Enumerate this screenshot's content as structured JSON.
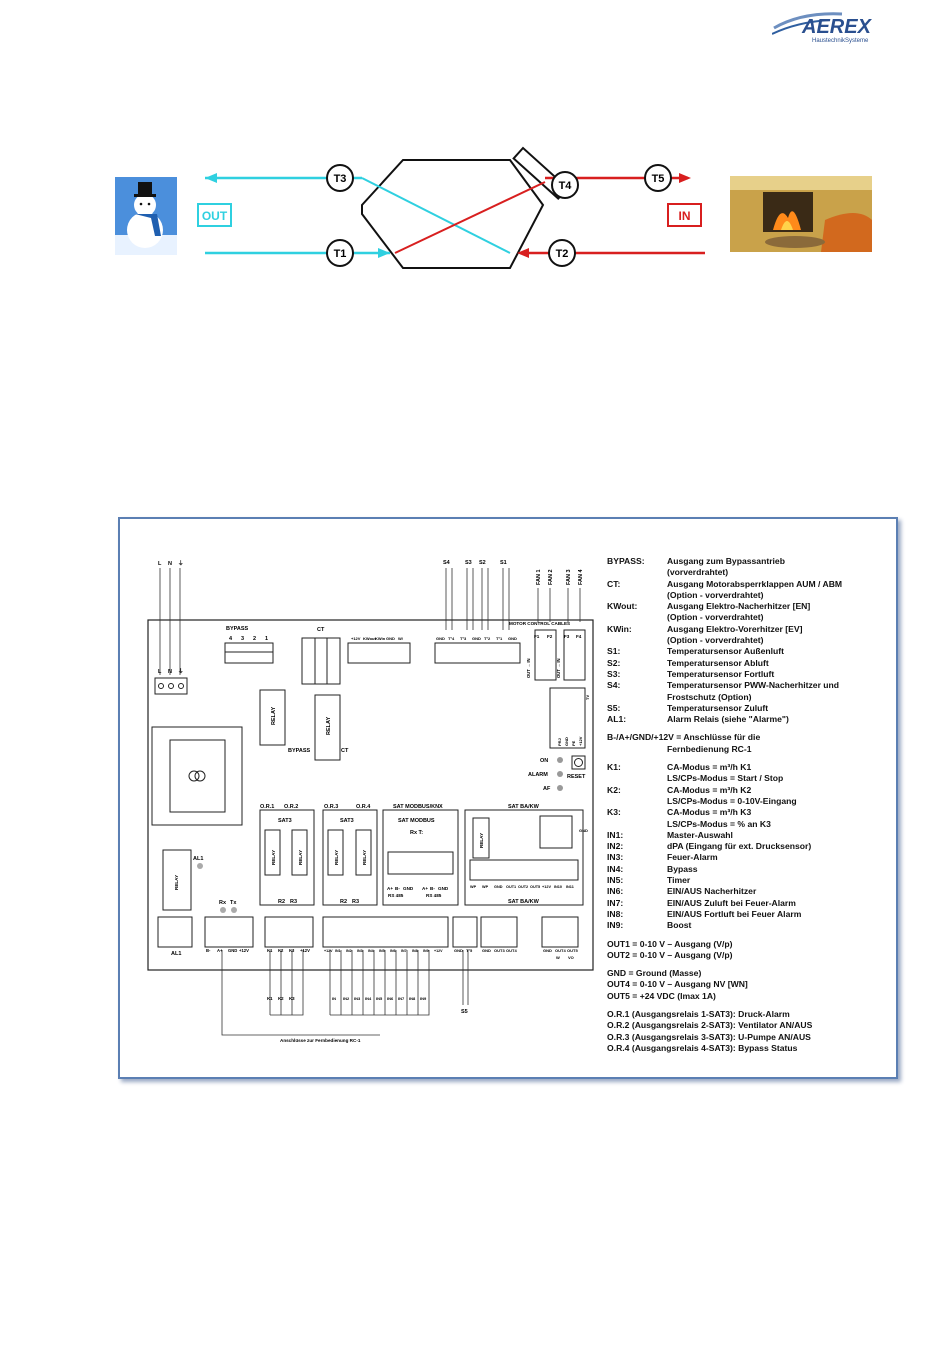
{
  "logo": {
    "brand": "AEREX",
    "tagline": "HaustechnikSysteme"
  },
  "airflow": {
    "out_label": "OUT",
    "in_label": "IN",
    "sensors": [
      "T1",
      "T2",
      "T3",
      "T4",
      "T5"
    ],
    "colors": {
      "cold": "#2fd0e0",
      "warm": "#d81f1f"
    }
  },
  "board": {
    "mains_labels": [
      "L",
      "N",
      "⏚"
    ],
    "bypass_title": "BYPASS",
    "bypass_pins": [
      "4",
      "3",
      "2",
      "1"
    ],
    "ct_title": "CT",
    "kw_pins": [
      "+12V",
      "KWout",
      "KWin",
      "GND",
      "W/"
    ],
    "sensor_tops": [
      "S4",
      "S3",
      "S2",
      "S1"
    ],
    "sensor_pins": [
      "GND",
      "T°4",
      "T°3",
      "GND",
      "T°2",
      "T°1",
      "GND"
    ],
    "fan_tops": [
      "FAN 1",
      "FAN 2",
      "FAN 3",
      "FAN 4"
    ],
    "motor_title": "MOTOR CONTROL CABLES",
    "fan_pins": [
      "F1",
      "F2",
      "F3",
      "F4"
    ],
    "out_in_a": "OUT → IN",
    "out_in_b": "OUT → IN",
    "sat_right_pins": [
      "+12V",
      "PE",
      "GND",
      "PRJ",
      "TV"
    ],
    "relay": "RELAY",
    "bypass_label": "BYPASS",
    "ct_label": "CT",
    "on": "ON",
    "alarm": "ALARM",
    "af": "AF",
    "reset": "RESET",
    "or1": "O.R.1",
    "or2": "O.R.2",
    "or3": "O.R.3",
    "or4": "O.R.4",
    "sat3": "SAT3",
    "sat_modbus_knx": "SAT MODBUS/KNX",
    "sat_modbus": "SAT MODBUS",
    "rx_t": "Rx T:",
    "sat_bakw": "SAT BA/KW",
    "r2": "R2",
    "r3": "R3",
    "al1": "AL1",
    "rx": "Rx",
    "tx": "Tx",
    "rs485": "RS 485",
    "modbus_pins": [
      "A+",
      "B-",
      "GND",
      "A+",
      "B-",
      "GND"
    ],
    "bakw_pins": [
      "WP",
      "WP",
      "GND",
      "OUT1",
      "OUT2",
      "OUT5",
      "+12V",
      "IN10",
      "IN11"
    ],
    "t_pins": [
      "GND",
      "T°7",
      "T°8"
    ],
    "bot_al1": [
      "AL1"
    ],
    "bot_rc": [
      "B-",
      "A+",
      "GND",
      "+12V"
    ],
    "bot_k": [
      "K1",
      "K2",
      "K3",
      "+12V"
    ],
    "bot_in": [
      "+12V",
      "IN1",
      "IN2",
      "IN3",
      "IN4",
      "IN5",
      "IN6",
      "IN7",
      "IN8",
      "IN9",
      "+12V"
    ],
    "bot_s5": [
      "GND",
      "T°5"
    ],
    "bot_out": [
      "GND",
      "OUT3",
      "OUT4"
    ],
    "bot_vo": [
      "GND",
      "OUT4",
      "OUT5"
    ],
    "bot_wvo": [
      "W",
      "VO"
    ],
    "k_switch_labels": [
      "K1",
      "K2",
      "K3"
    ],
    "in_switch_labels": [
      "IN",
      "IN2",
      "IN3",
      "IN4",
      "IN5",
      "IN6",
      "IN7",
      "IN8",
      "IN9"
    ],
    "s5": "S5",
    "rc_note": "Anschlüsse zur Fernbedienung RC-1"
  },
  "legend": {
    "rows": [
      {
        "k": "BYPASS:",
        "v": "Ausgang zum Bypassantrieb"
      },
      {
        "k": "",
        "v": "(vorverdrahtet)"
      },
      {
        "k": "CT:",
        "v": "Ausgang Motorabsperrklappen AUM / ABM"
      },
      {
        "k": "",
        "v": "(Option - vorverdrahtet)"
      },
      {
        "k": "KWout:",
        "v": "Ausgang Elektro-Nacherhitzer [EN]"
      },
      {
        "k": "",
        "v": "(Option - vorverdrahtet)"
      },
      {
        "k": "KWin:",
        "v": "Ausgang Elektro-Vorerhitzer [EV]"
      },
      {
        "k": "",
        "v": "(Option - vorverdrahtet)"
      },
      {
        "k": "S1:",
        "v": "Temperatursensor Außenluft"
      },
      {
        "k": "S2:",
        "v": "Temperatursensor Abluft"
      },
      {
        "k": "S3:",
        "v": "Temperatursensor Fortluft"
      },
      {
        "k": "S4:",
        "v": "Temperatursensor PWW-Nacherhitzer und"
      },
      {
        "k": "",
        "v": "Frostschutz (Option)"
      },
      {
        "k": "S5:",
        "v": "Temperatursensor Zuluft"
      },
      {
        "k": "AL1:",
        "v": "Alarm Relais (siehe \"Alarme\")"
      }
    ],
    "rc_line1": "B-/A+/GND/+12V = Anschlüsse für die",
    "rc_line2": "Fernbedienung RC-1",
    "k_rows": [
      {
        "k": "K1:",
        "v": "CA-Modus = m³/h K1"
      },
      {
        "k": "",
        "v": "LS/CPs-Modus = Start / Stop"
      },
      {
        "k": "K2:",
        "v": "CA-Modus = m³/h K2"
      },
      {
        "k": "",
        "v": "LS/CPs-Modus = 0-10V-Eingang"
      },
      {
        "k": "K3:",
        "v": "CA-Modus = m³/h K3"
      },
      {
        "k": "",
        "v": "LS/CPs-Modus = % an K3"
      },
      {
        "k": "IN1:",
        "v": "Master-Auswahl"
      },
      {
        "k": "IN2:",
        "v": "dPA (Eingang für ext. Drucksensor)"
      },
      {
        "k": "IN3:",
        "v": "Feuer-Alarm"
      },
      {
        "k": "IN4:",
        "v": "Bypass"
      },
      {
        "k": "IN5:",
        "v": "Timer"
      },
      {
        "k": "IN6:",
        "v": "EIN/AUS Nacherhitzer"
      },
      {
        "k": "IN7:",
        "v": "EIN/AUS Zuluft bei Feuer-Alarm"
      },
      {
        "k": "IN8:",
        "v": "EIN/AUS Fortluft bei Feuer Alarm"
      },
      {
        "k": "IN9:",
        "v": "Boost"
      }
    ],
    "out_lines": [
      "OUT1 = 0-10 V – Ausgang (V/p)",
      "OUT2 = 0-10 V – Ausgang (V/p)"
    ],
    "gnd_lines": [
      "GND = Ground (Masse)",
      "OUT4 = 0-10 V – Ausgang NV [WN]",
      "OUT5 = +24 VDC (Imax 1A)"
    ],
    "or_lines": [
      "O.R.1 (Ausgangsrelais 1-SAT3): Druck-Alarm",
      "O.R.2 (Ausgangsrelais 2-SAT3): Ventilator AN/AUS",
      "O.R.3 (Ausgangsrelais 3-SAT3): U-Pumpe AN/AUS",
      "O.R.4 (Ausgangsrelais 4-SAT3): Bypass Status"
    ]
  }
}
